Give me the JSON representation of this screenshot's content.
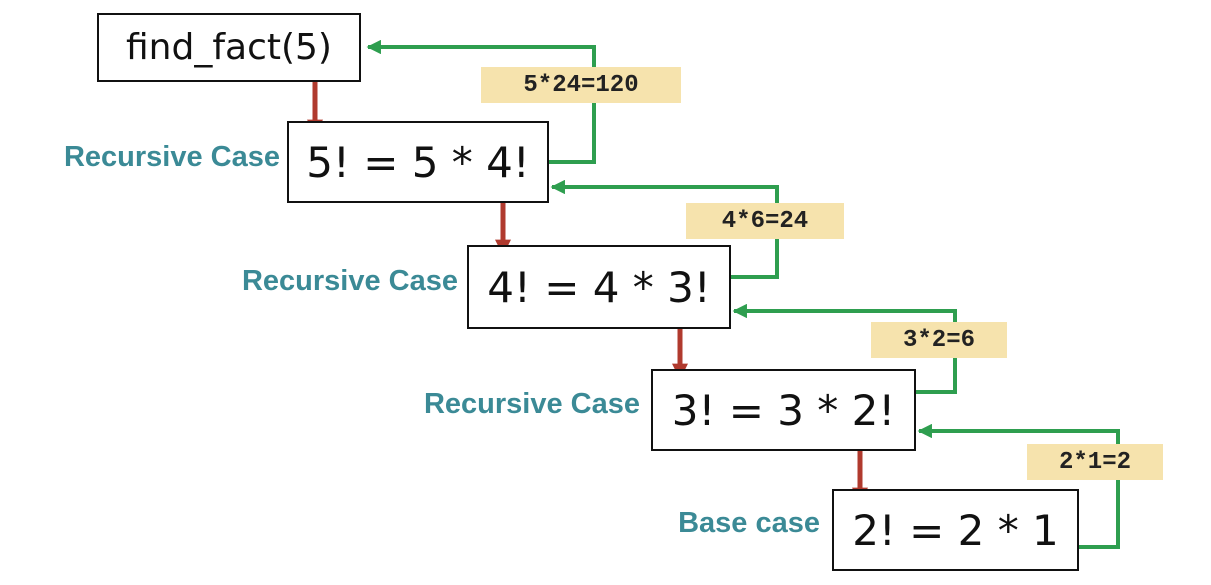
{
  "diagram": {
    "root_call": "find_fact(5)",
    "steps": [
      {
        "label": "Recursive Case",
        "expression": "5! = 5 * 4!",
        "return_value": "5*24=120"
      },
      {
        "label": "Recursive Case",
        "expression": "4! = 4 * 3!",
        "return_value": "4*6=24"
      },
      {
        "label": "Recursive Case",
        "expression": "3! = 3 * 2!",
        "return_value": "3*2=6"
      },
      {
        "label": "Base case",
        "expression": "2! = 2 * 1",
        "return_value": "2*1=2"
      }
    ],
    "colors": {
      "call_arrow": "#b03a2e",
      "return_arrow": "#2e9e4f",
      "label_text": "#3b8a96",
      "return_tag_bg": "#f6e3ad",
      "box_border": "#111111"
    }
  }
}
